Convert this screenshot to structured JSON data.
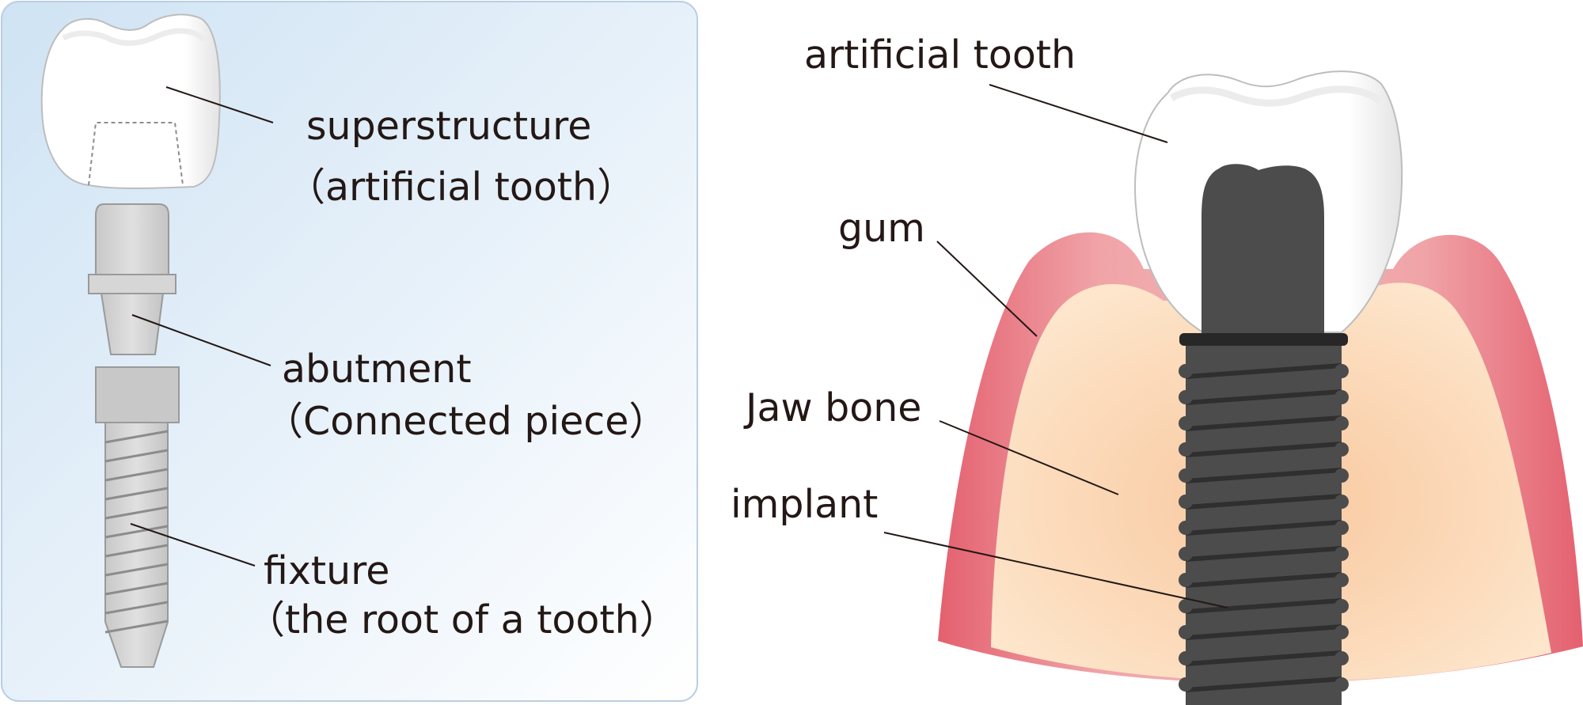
{
  "left_panel": {
    "superstructure_label": "superstructure",
    "superstructure_note": "（artificial tooth）",
    "abutment_label": "abutment",
    "abutment_note": "（Connected piece）",
    "fixture_label": "fixture",
    "fixture_note": "（the root of a tooth）"
  },
  "right_panel": {
    "artificial_tooth_label": "artificial tooth",
    "gum_label": "gum",
    "jaw_bone_label": "Jaw bone",
    "implant_label": "implant"
  },
  "colors": {
    "panel_bg_top": "#d2e6f5",
    "panel_bg_bottom": "#ffffff",
    "crown": "#ffffff",
    "metal_light": "#d4d4d4",
    "implant_dark": "#4d4c4c",
    "gum": "#e8798a",
    "bone": "#fbd6b2",
    "text": "#231815"
  }
}
